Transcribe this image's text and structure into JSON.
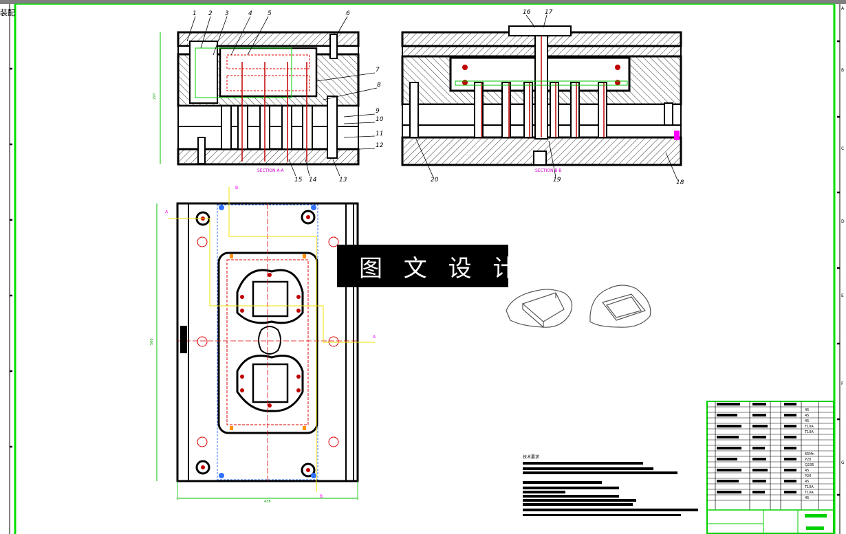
{
  "corner_label": "装配",
  "watermark": "图 文 设 计",
  "section_aa": "SECTION A-A",
  "section_bb": "SECTION B-B",
  "callouts_left": [
    "1",
    "2",
    "3",
    "4",
    "5",
    "6",
    "7",
    "8",
    "9",
    "10",
    "11",
    "12",
    "13",
    "14",
    "15"
  ],
  "callouts_right": [
    "16",
    "17",
    "18",
    "19",
    "20"
  ],
  "dims": {
    "height_left": "297",
    "plan_height": "500",
    "plan_width": "438"
  },
  "cut_letters": {
    "a": "A",
    "b": "B"
  },
  "edge_letters_right": [
    "A",
    "B",
    "C",
    "D",
    "E",
    "F",
    "G"
  ],
  "tech_title": "技术要求",
  "material_cells": [
    "45",
    "45",
    "45",
    "T10A",
    "T10A",
    "65Mn",
    "P20",
    "Q235",
    "45",
    "P20",
    "45",
    "T10A",
    "T10A",
    "45"
  ]
}
